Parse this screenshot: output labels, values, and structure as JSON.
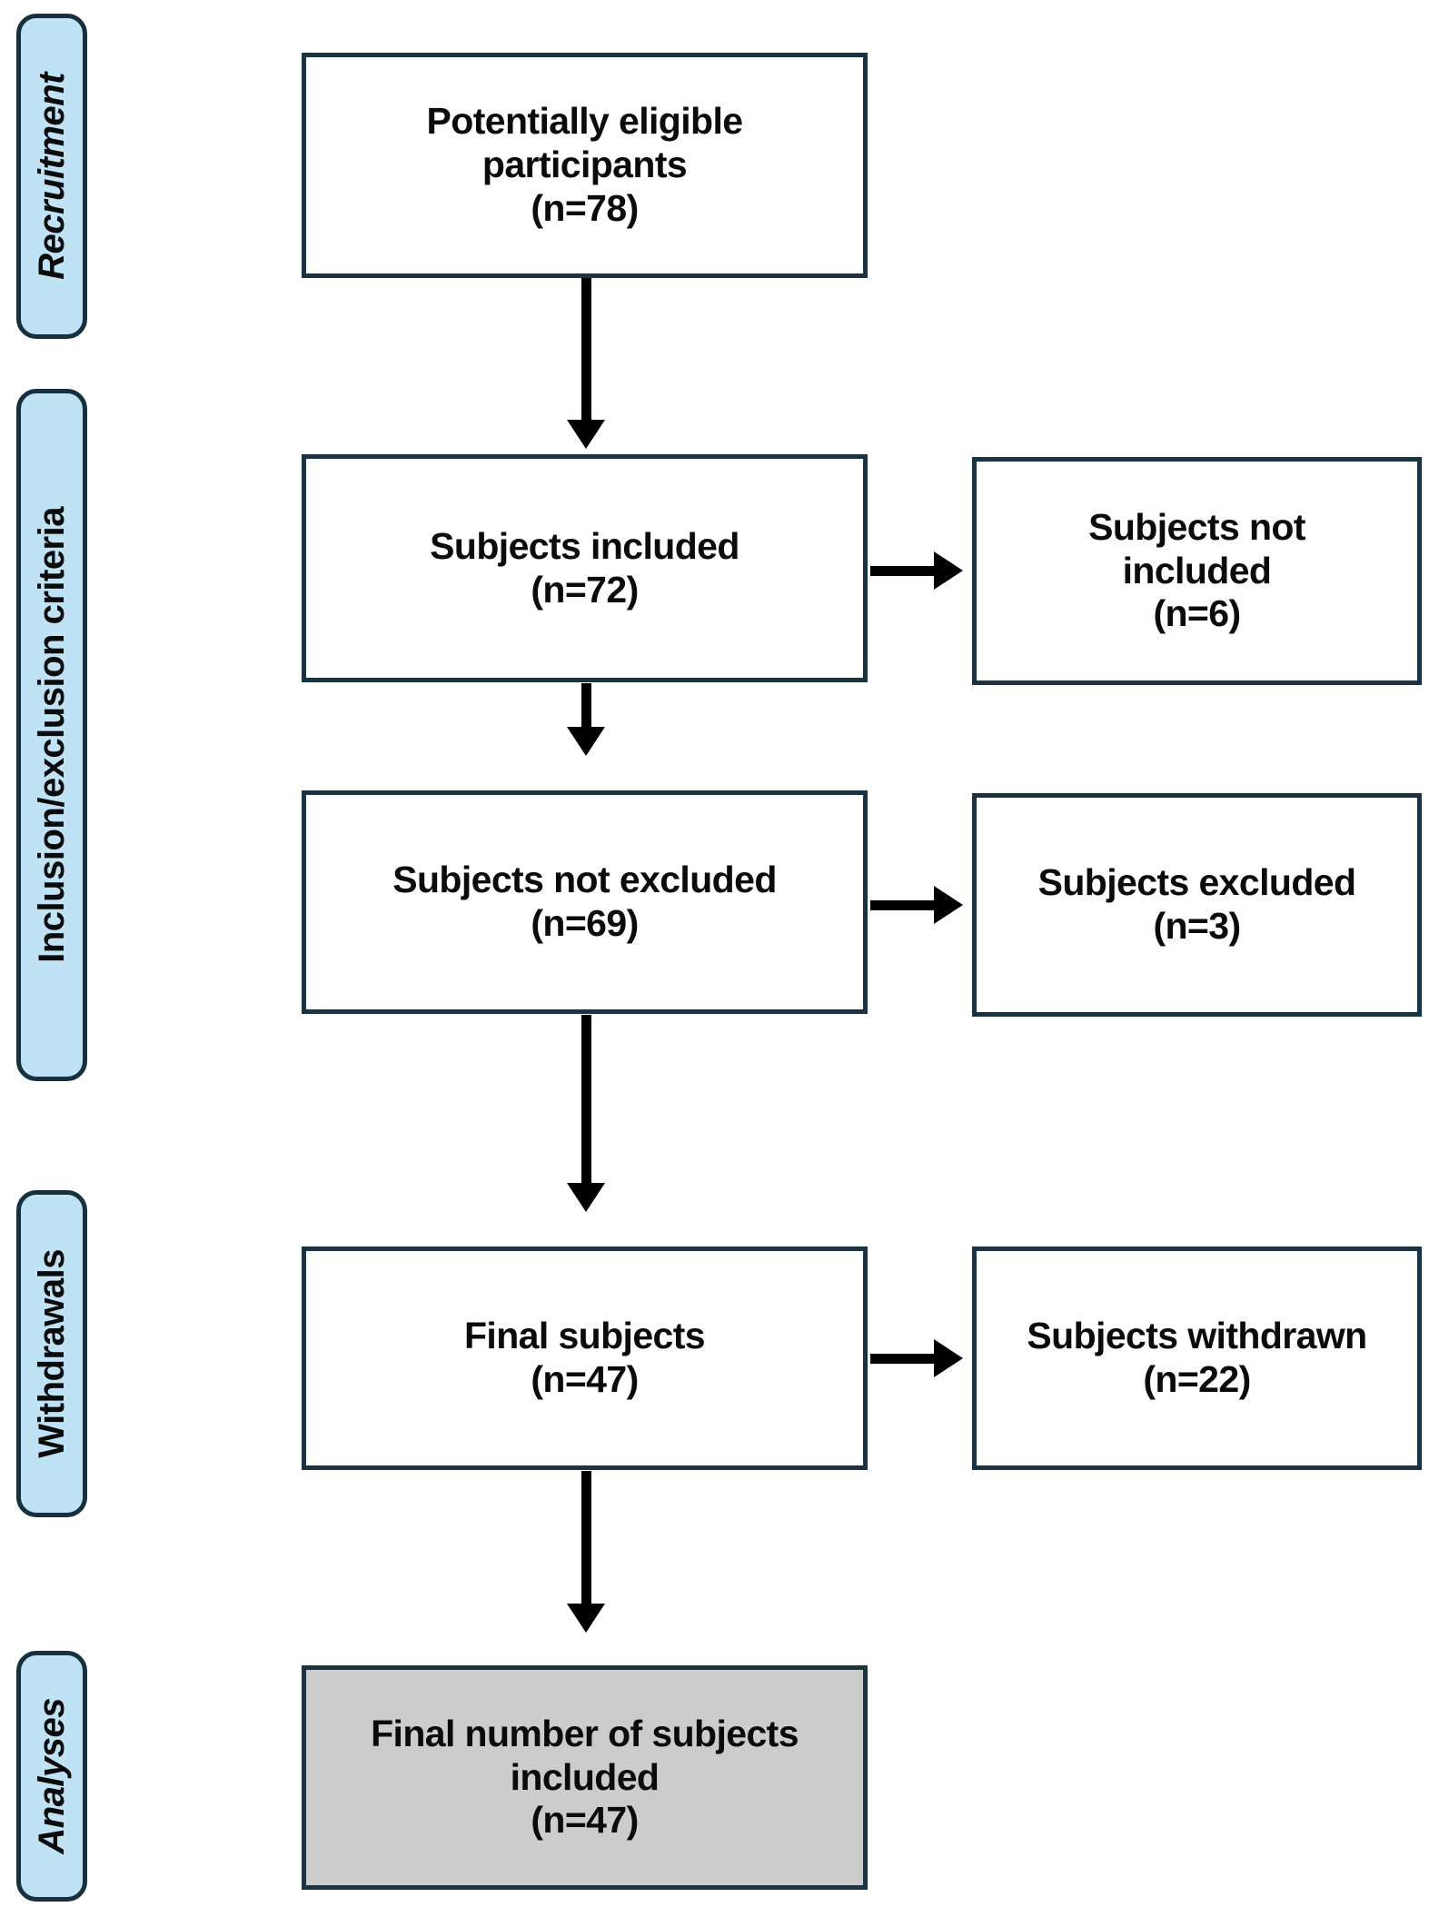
{
  "figure": {
    "type": "flowchart",
    "kind": "participant-flow-diagram",
    "colors": {
      "phase_tab_fill": "#bfe2f5",
      "phase_tab_border": "#17303d",
      "box_border": "#1a3340",
      "box_fill": "#ffffff",
      "final_box_fill": "#cccccc",
      "connector": "#000000",
      "text": "#0b0b0b"
    }
  },
  "phases": [
    {
      "id": "recruitment",
      "label": "Recruitment",
      "style": "italic"
    },
    {
      "id": "inclusion-exclusion",
      "label": "Inclusion/exclusion criteria",
      "style": "normal"
    },
    {
      "id": "withdrawals",
      "label": "Withdrawals",
      "style": "normal"
    },
    {
      "id": "analyses",
      "label": "Analyses",
      "style": "italic"
    }
  ],
  "nodes": {
    "eligible": {
      "title": "Potentially eligible\nparticipants",
      "count_label": "(n=78)",
      "n": 78,
      "text": "Potentially eligible\nparticipants\n(n=78)"
    },
    "included": {
      "title": "Subjects included",
      "count_label": "(n=72)",
      "n": 72,
      "text": "Subjects included\n(n=72)"
    },
    "not_included": {
      "title": "Subjects not\nincluded",
      "count_label": "(n=6)",
      "n": 6,
      "text": "Subjects not\nincluded\n(n=6)"
    },
    "not_excluded": {
      "title": "Subjects not excluded",
      "count_label": "(n=69)",
      "n": 69,
      "text": "Subjects not excluded\n(n=69)"
    },
    "excluded": {
      "title": "Subjects excluded",
      "count_label": "(n=3)",
      "n": 3,
      "text": "Subjects excluded\n(n=3)"
    },
    "final_subjects": {
      "title": "Final subjects",
      "count_label": "(n=47)",
      "n": 47,
      "text": "Final subjects\n(n=47)"
    },
    "withdrawn": {
      "title": "Subjects withdrawn",
      "count_label": "(n=22)",
      "n": 22,
      "text": "Subjects withdrawn\n(n=22)"
    },
    "final_included": {
      "title": "Final number  of subjects\nincluded",
      "count_label": "(n=47)",
      "n": 47,
      "text": "Final number  of subjects\nincluded\n(n=47)"
    }
  },
  "edges": [
    {
      "from": "eligible",
      "to": "included",
      "direction": "down"
    },
    {
      "from": "included",
      "to": "not_included",
      "direction": "right"
    },
    {
      "from": "included",
      "to": "not_excluded",
      "direction": "down"
    },
    {
      "from": "not_excluded",
      "to": "excluded",
      "direction": "right"
    },
    {
      "from": "not_excluded",
      "to": "final_subjects",
      "direction": "down"
    },
    {
      "from": "final_subjects",
      "to": "withdrawn",
      "direction": "right"
    },
    {
      "from": "final_subjects",
      "to": "final_included",
      "direction": "down"
    }
  ]
}
